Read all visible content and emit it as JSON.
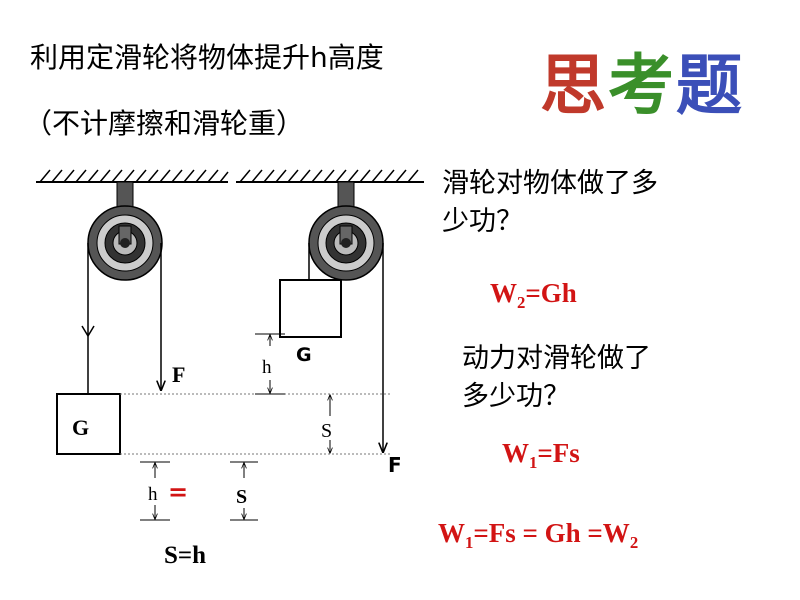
{
  "title": "利用定滑轮将物体提升h高度",
  "subtitle": "（不计摩擦和滑轮重）",
  "logo": [
    "思",
    "考",
    "题"
  ],
  "logo_colors": [
    "#c0392b",
    "#3a8f2a",
    "#3b4fb8"
  ],
  "question1": [
    "滑轮对物体做了多",
    "少功？"
  ],
  "answer1": {
    "pre": "W",
    "sub": "2",
    "post": "=Gh"
  },
  "question2": [
    "动力对滑轮做了",
    "多少功？"
  ],
  "answer2": {
    "pre": "W",
    "sub": "1",
    "post": "=Fs"
  },
  "conclusion": {
    "a": "W",
    "a_sub": "1",
    "b": "=Fs = Gh  =W",
    "b_sub": "2"
  },
  "diagram": {
    "left_block": "G",
    "left_force": "F",
    "right_block": "G",
    "right_force": "F",
    "h_right": "h",
    "s_right": "S",
    "h_bottom": "h",
    "equals_sign": "=",
    "s_bottom": "S",
    "relation": "S=h"
  },
  "colors": {
    "accent": "#d21414",
    "pulley_dark": "#333333",
    "pulley_light": "#bbbbbb"
  }
}
